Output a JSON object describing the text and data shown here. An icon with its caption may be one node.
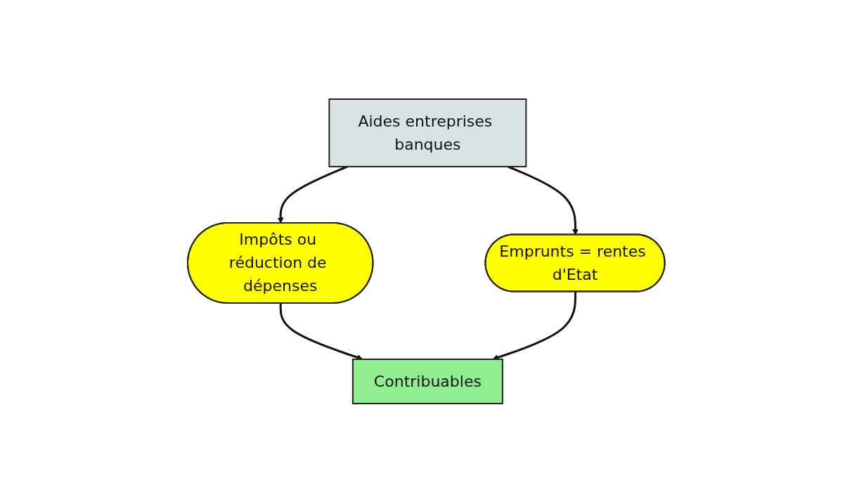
{
  "diagram": {
    "nodes": [
      {
        "text": [
          "Aides entreprises banques"
        ]
      },
      {
        "text": [
          "Impôts ou réduction de dépenses"
        ]
      },
      {
        "text": [
          "Emprunts = rentes d'Etat"
        ]
      },
      {
        "text": [
          "Contribuables"
        ]
      }
    ],
    "edges": [
      {
        "from": 0,
        "to": 1,
        "arrow": "to"
      },
      {
        "from": 0,
        "to": 2,
        "arrow": "to"
      },
      {
        "from": 1,
        "to": 3,
        "arrow": "to"
      },
      {
        "from": 2,
        "to": 3,
        "arrow": "to"
      }
    ]
  }
}
